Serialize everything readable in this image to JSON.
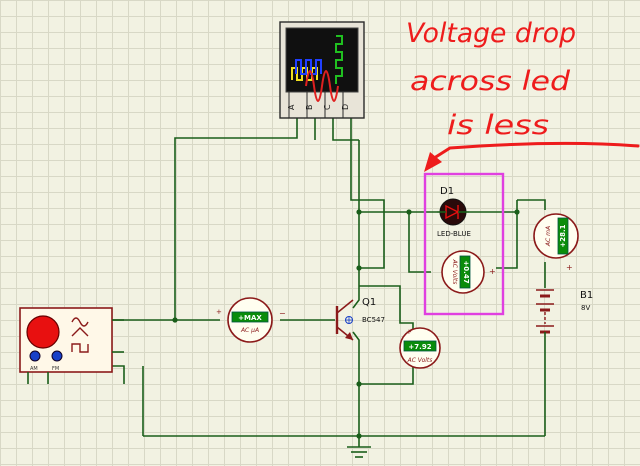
{
  "annotation": {
    "lines": [
      "Voltage drop",
      "across led",
      "is less"
    ],
    "color": "#ee1c1c"
  },
  "oscilloscope": {
    "channels": [
      "A",
      "B",
      "C",
      "D"
    ],
    "trace_colors": [
      "#f0e020",
      "#2040ff",
      "#e02020",
      "#20c020"
    ]
  },
  "transistor": {
    "ref": "Q1",
    "part": "BC547"
  },
  "led": {
    "ref": "D1",
    "part": "LED-BLUE"
  },
  "battery": {
    "ref": "B1",
    "value": "8V"
  },
  "meters": {
    "ammeter_base": {
      "reading": "+MAX",
      "unit": "AC µA"
    },
    "voltmeter_led": {
      "reading": "+0.47",
      "unit": "AC Volts"
    },
    "ammeter_led": {
      "reading": "+28.1",
      "unit": "AC mA"
    },
    "voltmeter_ce": {
      "reading": "+7.92",
      "unit": "AC Volts"
    }
  },
  "generator": {
    "labels": [
      "AM",
      "FM"
    ]
  },
  "colors": {
    "wire": "#1a5e1a",
    "component": "#8b1a1a",
    "highlight": "#e040e0",
    "meter_display": "#0a8c0a",
    "meter_body": "#fffef0"
  }
}
